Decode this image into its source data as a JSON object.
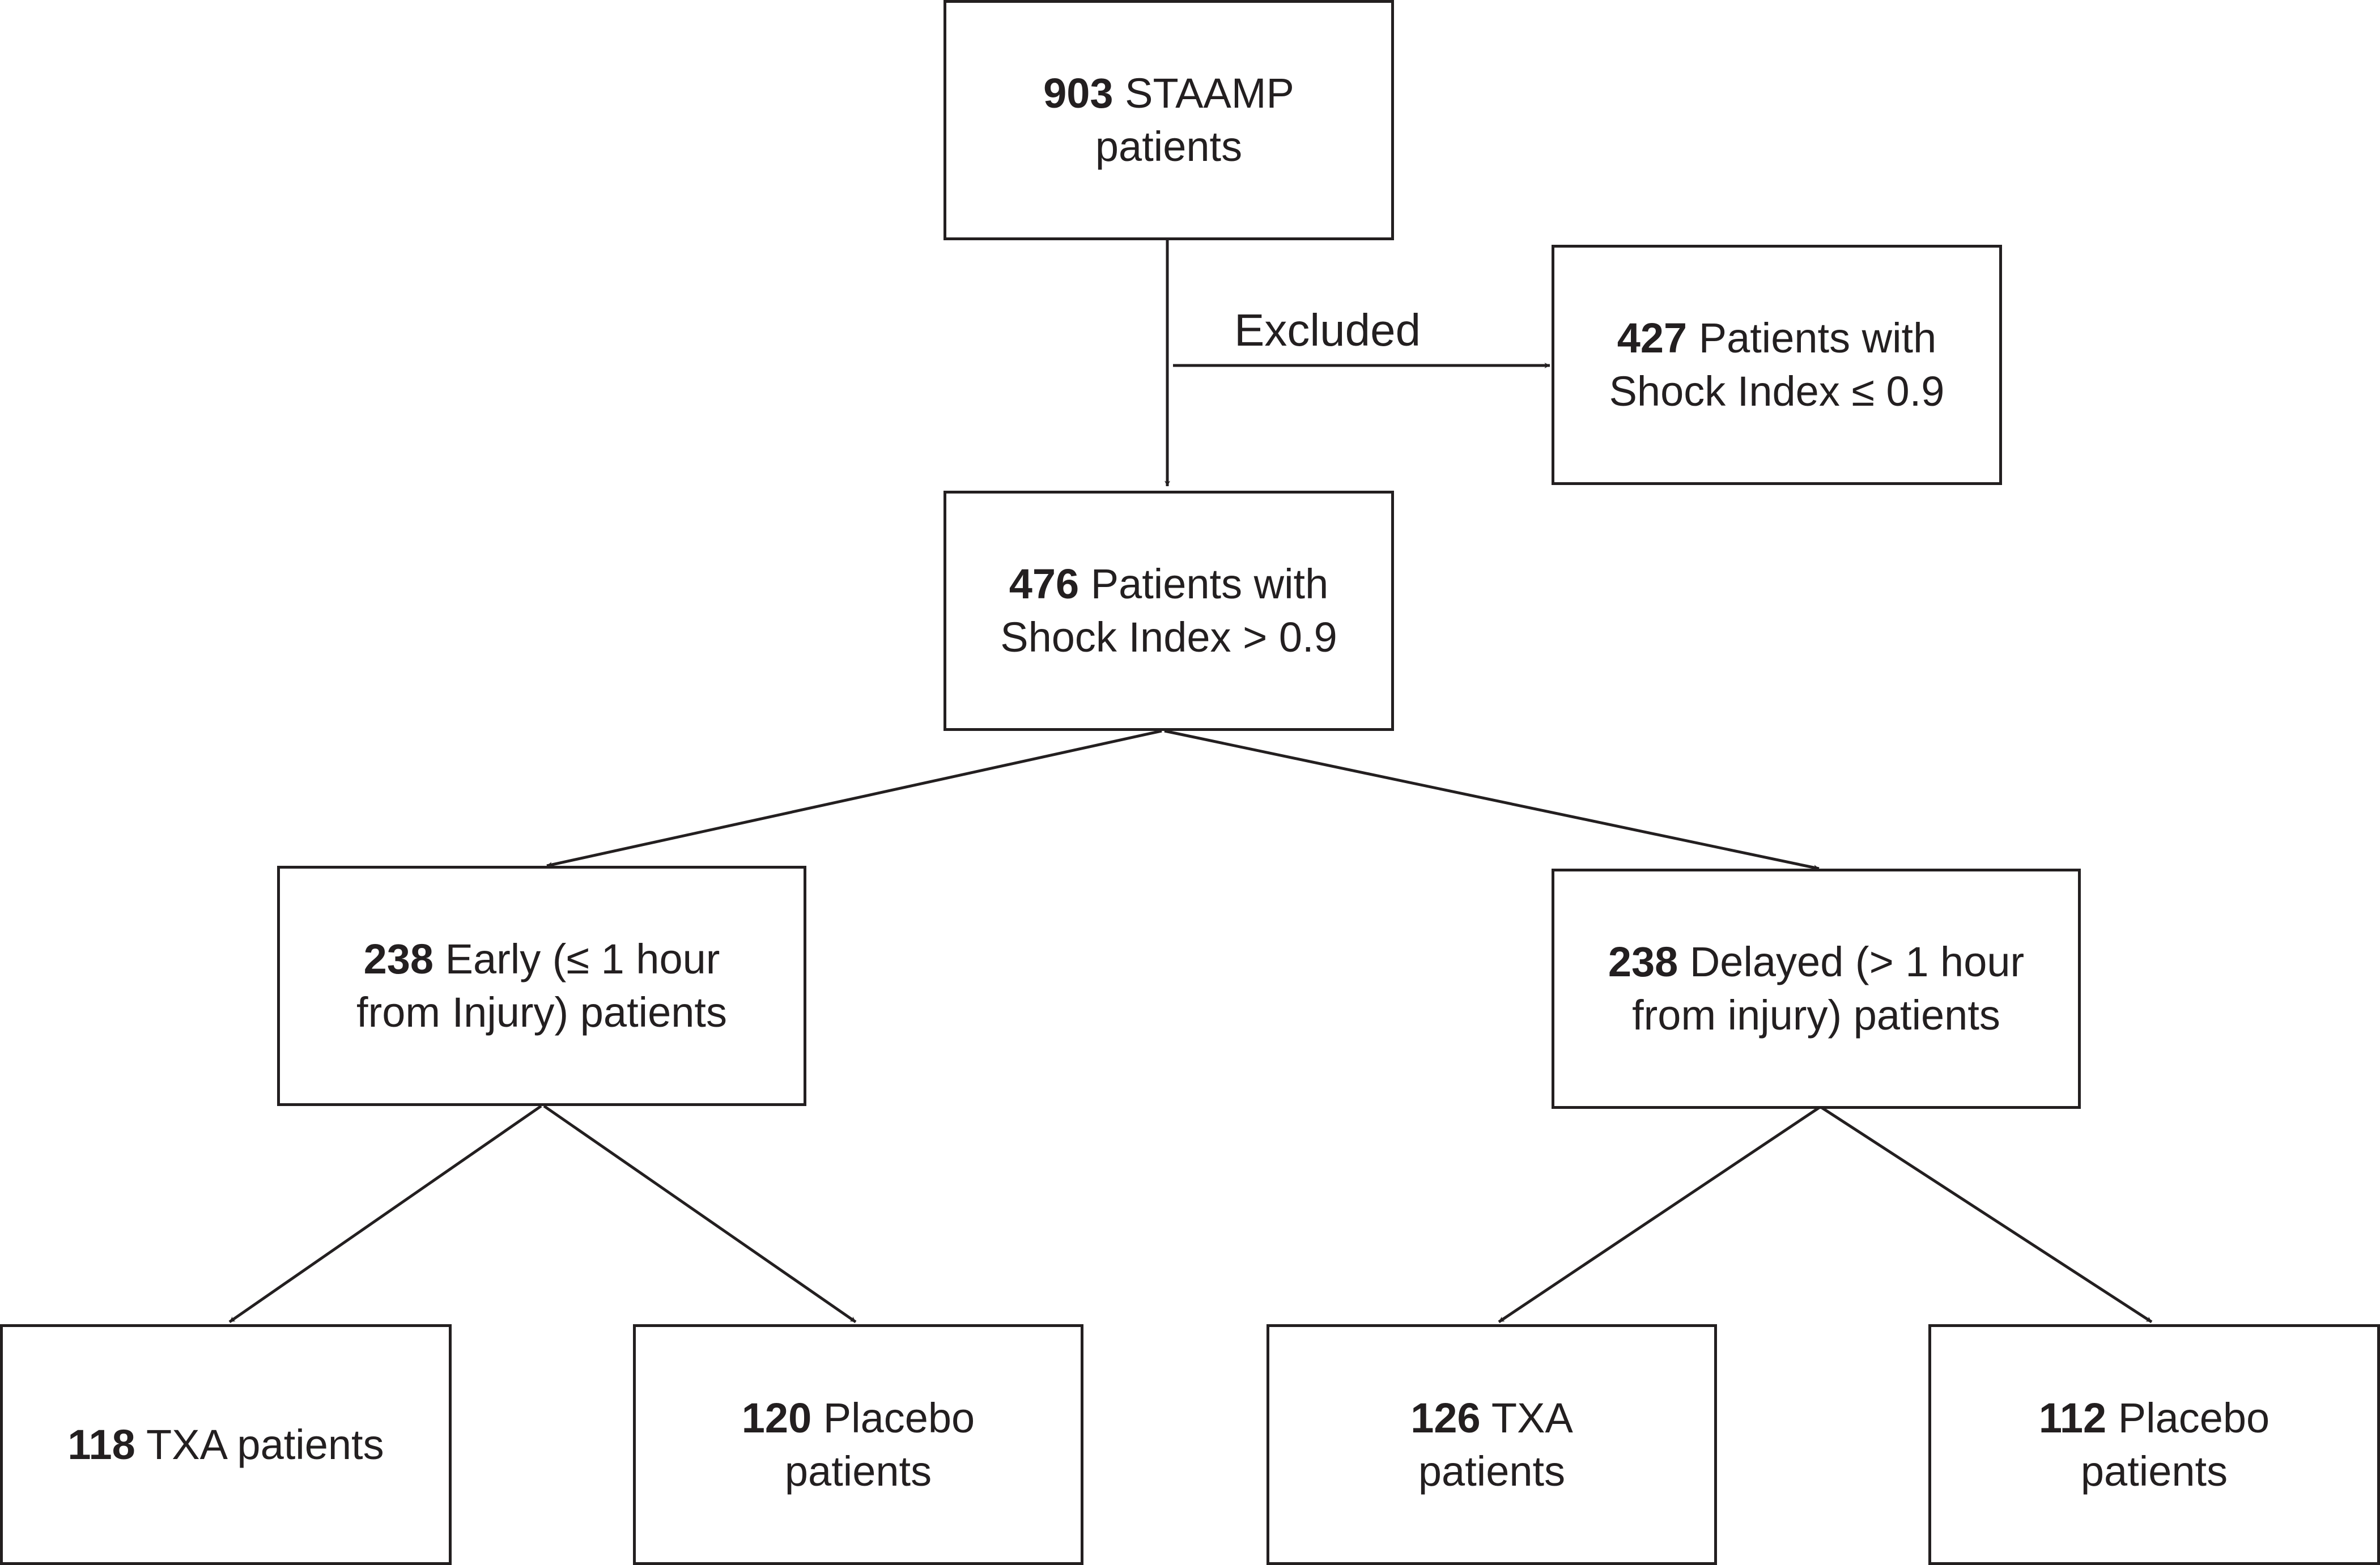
{
  "nodes": {
    "staamp": {
      "count": "903",
      "text_line1": "STAAMP",
      "text_line2": "patients"
    },
    "excluded_box": {
      "count": "427",
      "text_line1": "Patients with",
      "text_line2": "Shock Index ≤  0.9"
    },
    "shock": {
      "count": "476",
      "text_line1": "Patients with",
      "text_line2": "Shock Index > 0.9"
    },
    "early": {
      "count": "238",
      "text_line1": "Early (≤ 1 hour",
      "text_line2": "from Injury) patients"
    },
    "delayed": {
      "count": "238",
      "text_line1": "Delayed (> 1 hour",
      "text_line2": "from injury) patients"
    },
    "early_txa": {
      "count": "118",
      "text_line1": "TXA patients"
    },
    "early_placebo": {
      "count": "120",
      "text_line1": "Placebo",
      "text_line2": "patients"
    },
    "delayed_txa": {
      "count": "126",
      "text_line1": "TXA",
      "text_line2": "patients"
    },
    "delayed_placebo": {
      "count": "112",
      "text_line1": "Placebo",
      "text_line2": "patients"
    }
  },
  "edges": {
    "excluded_label": "Excluded"
  },
  "colors": {
    "line": "#231f20",
    "background": "#ffffff"
  }
}
